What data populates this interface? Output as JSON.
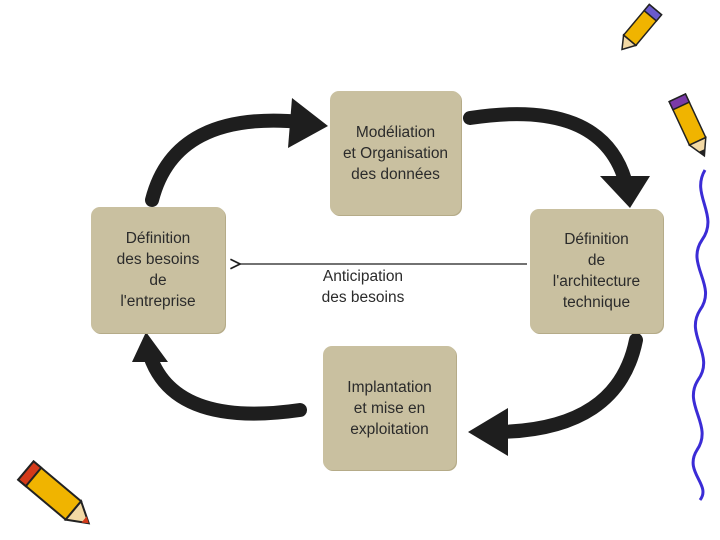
{
  "diagram": {
    "title": "",
    "nodes": [
      {
        "id": "model",
        "lines": [
          "Modéliation",
          "et Organisation",
          "des données"
        ]
      },
      {
        "id": "needs",
        "lines": [
          "Définition",
          "des besoins",
          "de",
          "l'entreprise"
        ]
      },
      {
        "id": "arch",
        "lines": [
          "Définition",
          "de",
          "l'architecture",
          "technique"
        ]
      },
      {
        "id": "impl",
        "lines": [
          "Implantation",
          "et mise en",
          "exploitation"
        ]
      }
    ],
    "anticipation": {
      "lines": [
        "Anticipation",
        "des besoins"
      ]
    },
    "flow": [
      "needs → model",
      "model → arch",
      "arch → impl",
      "impl → needs",
      "arch ⇢ needs (anticipation)"
    ]
  },
  "colors": {
    "box_fill": "#c9c0a0",
    "arrow": "#1e1e1e",
    "squiggle": "#3b2cd6",
    "pencil_body": "#f0b400",
    "pencil_tip": "#d43a1a"
  },
  "decorations": [
    "pencil-icon",
    "pencil-icon",
    "pencil-icon",
    "squiggle-line"
  ]
}
